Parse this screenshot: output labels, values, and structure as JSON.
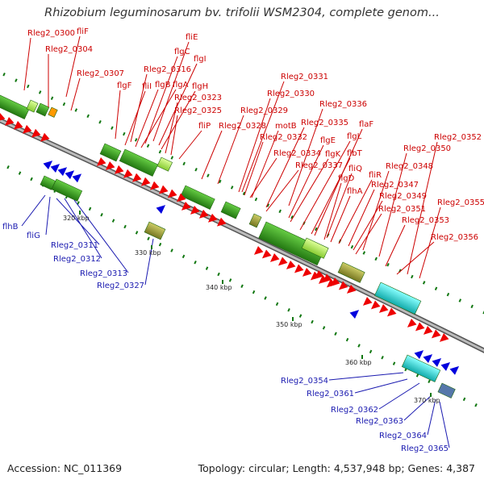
{
  "title": "Rhizobium leguminosarum bv. trifolii WSM2304, complete genom...",
  "footer": {
    "accession": "Accession: NC_011369",
    "summary": "Topology: circular; Length: 4,537,948 bp; Genes: 4,387"
  },
  "scale_labels": [
    "320 kbp",
    "330 kbp",
    "340 kbp",
    "350 kbp",
    "360 kbp",
    "370 kbp"
  ],
  "forward_gene_labels": [
    "Rleg2_0300",
    "fliF",
    "Rleg2_0304",
    "Rleg2_0307",
    "fliE",
    "flgC",
    "Rleg2_0316",
    "flgI",
    "fliI",
    "flgB",
    "flgA",
    "flgH",
    "flgF",
    "Rleg2_0323",
    "Rleg2_0325",
    "fliP",
    "Rleg2_0331",
    "Rleg2_0330",
    "Rleg2_0329",
    "Rleg2_0328",
    "Rleg2_0336",
    "motB",
    "Rleg2_0332",
    "Rleg2_0335",
    "flaF",
    "flgE",
    "flgL",
    "Rleg2_0334",
    "flgK",
    "flbT",
    "Rleg2_0337",
    "fliQ",
    "flgD",
    "flhA",
    "Rleg2_0352",
    "fliR",
    "Rleg2_0350",
    "Rleg2_0348",
    "Rleg2_0347",
    "Rleg2_0349",
    "Rleg2_0351",
    "Rleg2_0355",
    "Rleg2_0353",
    "Rleg2_0356"
  ],
  "reverse_gene_labels": [
    "flhB",
    "fliG",
    "Rleg2_0311",
    "Rleg2_0312",
    "Rleg2_0313",
    "Rleg2_0327",
    "Rleg2_0354",
    "Rleg2_0361",
    "Rleg2_0362",
    "Rleg2_0363",
    "Rleg2_0364",
    "Rleg2_0365"
  ],
  "colors": {
    "forward_label": "#cc0000",
    "reverse_label": "#1a1ab0",
    "forward_arrow": "#ee0000",
    "reverse_arrow": "#0000dd",
    "cds_green": "#33aa22",
    "cds_light_green": "#aaee55",
    "cds_cyan": "#22cccc",
    "cds_olive": "#999933",
    "cds_orange": "#ff9900",
    "backbone": "#8c8c8c",
    "gc_marks": "#117711"
  }
}
